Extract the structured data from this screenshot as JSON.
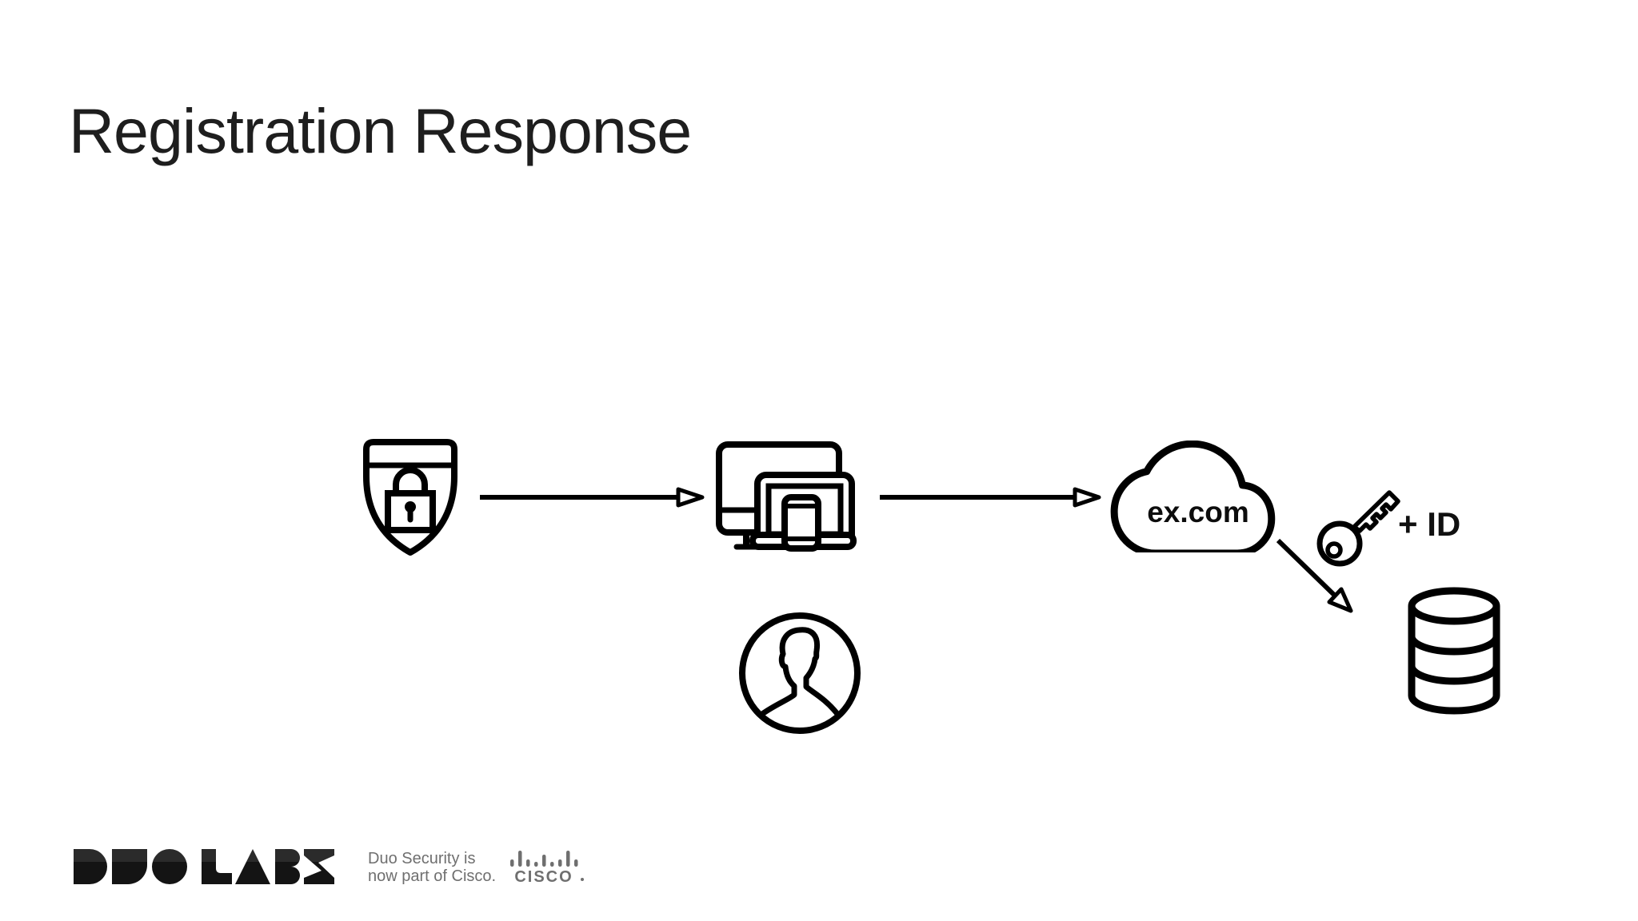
{
  "slide": {
    "title": "Registration Response",
    "background": "#ffffff"
  },
  "colors": {
    "ink": "#111111",
    "title_text": "#1e1e1e",
    "footer_gray": "#6f6f6f"
  },
  "diagram": {
    "cloud_label": "ex.com",
    "key_label": "+ ID",
    "nodes": [
      {
        "id": "authenticator",
        "icon": "shield-lock-icon"
      },
      {
        "id": "client-devices",
        "icon": "devices-icon"
      },
      {
        "id": "user",
        "icon": "user-avatar-icon"
      },
      {
        "id": "relying-party",
        "icon": "cloud-icon",
        "label": "ex.com"
      },
      {
        "id": "credential",
        "icon": "key-icon",
        "label": "+ ID"
      },
      {
        "id": "storage",
        "icon": "database-icon"
      }
    ],
    "edges": [
      {
        "from": "authenticator",
        "to": "client-devices",
        "icon": "arrow-right-icon"
      },
      {
        "from": "client-devices",
        "to": "relying-party",
        "icon": "arrow-right-icon"
      },
      {
        "from": "relying-party",
        "to": "storage",
        "icon": "arrow-diagonal-icon"
      }
    ]
  },
  "footer": {
    "duo_labs_logo": "DUO LABS",
    "tagline_line1": "Duo Security is",
    "tagline_line2": "now part of Cisco.",
    "cisco_logo_text": "CISCO"
  }
}
